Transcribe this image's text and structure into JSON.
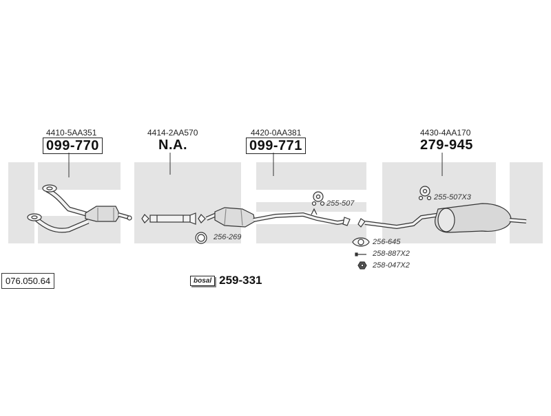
{
  "catalog_number": "076.050.64",
  "brand_logo_text": "bosal",
  "sections": [
    {
      "oem_code": "4410-5AA351",
      "part_number": "099-770",
      "boxed": true
    },
    {
      "oem_code": "4414-2AA570",
      "part_number": "N.A.",
      "boxed": false
    },
    {
      "oem_code": "4420-0AA381",
      "part_number": "099-771",
      "boxed": true
    },
    {
      "oem_code": "4430-4AA170",
      "part_number": "279-945",
      "boxed": false
    }
  ],
  "accessories": {
    "gasket_1": "256-269",
    "hanger_1": "255-507",
    "gasket_2": "256-645",
    "bolt": "258-887X2",
    "nut": "258-047X2",
    "hanger_2": "255-507X3"
  },
  "mounting_kit": {
    "badge": "bosal",
    "number": "259-331"
  }
}
